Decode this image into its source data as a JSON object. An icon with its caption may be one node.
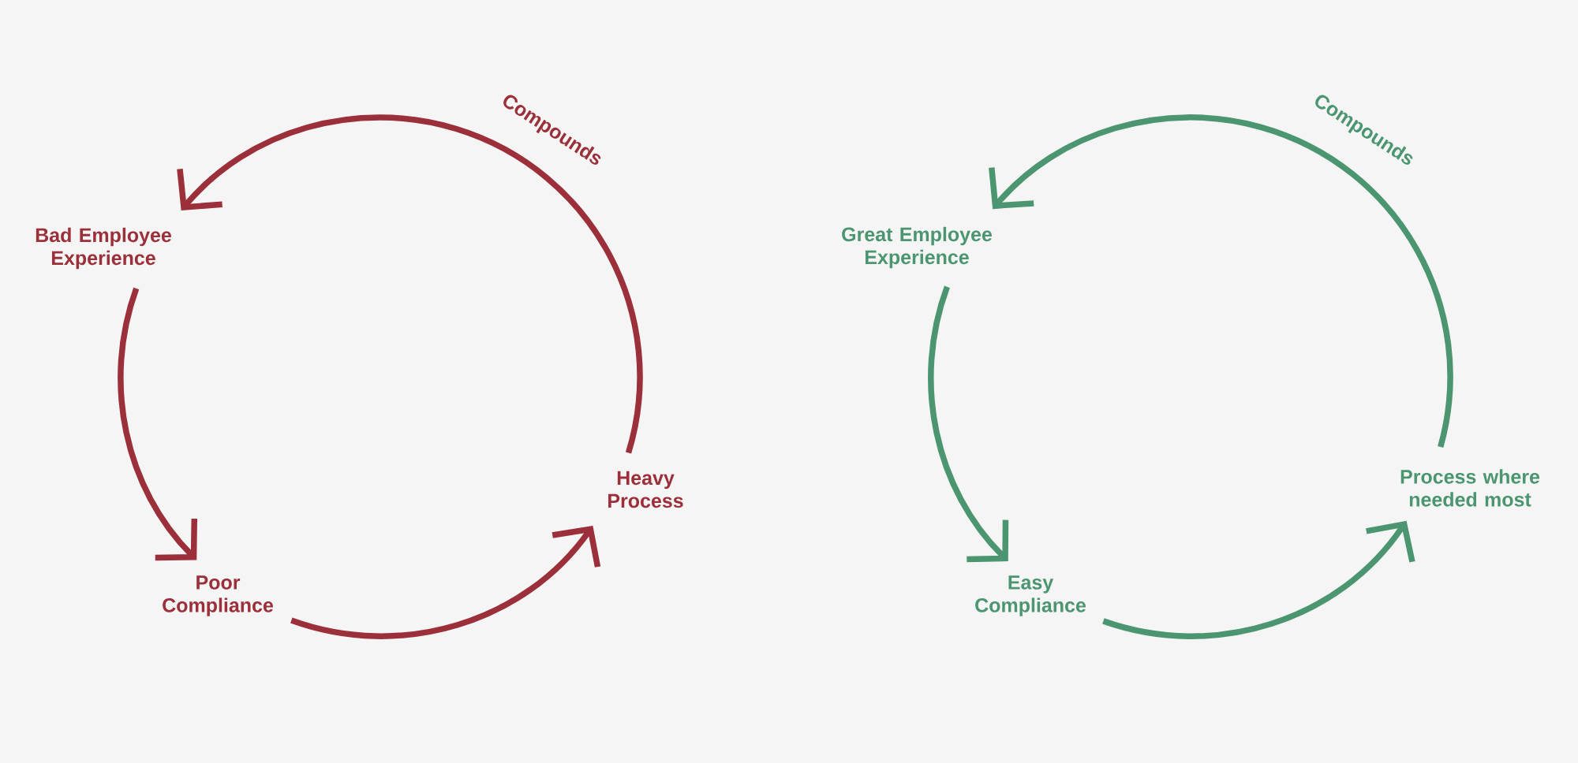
{
  "diagram": {
    "nodes": [
      {
        "text": [
          "Bad Employee Experience"
        ]
      },
      {
        "text": [
          "Poor Compliance"
        ]
      },
      {
        "text": [
          "Heavy Process"
        ]
      },
      {
        "text": [
          "Great Employee Experience"
        ]
      },
      {
        "text": [
          "Easy Compliance"
        ]
      },
      {
        "text": [
          "Process where needed most"
        ]
      }
    ],
    "edges": [
      {
        "from": 0,
        "to": 1,
        "arrow": "to",
        "color": "#9b2f3a"
      },
      {
        "from": 1,
        "to": 2,
        "arrow": "to",
        "color": "#9b2f3a"
      },
      {
        "from": 2,
        "to": 0,
        "arrow": "to",
        "label": "Compounds",
        "color": "#9b2f3a"
      },
      {
        "from": 3,
        "to": 4,
        "arrow": "to",
        "color": "#4b9570"
      },
      {
        "from": 4,
        "to": 5,
        "arrow": "to",
        "color": "#4b9570"
      },
      {
        "from": 5,
        "to": 3,
        "arrow": "to",
        "label": "Compounds",
        "color": "#4b9570"
      }
    ]
  }
}
